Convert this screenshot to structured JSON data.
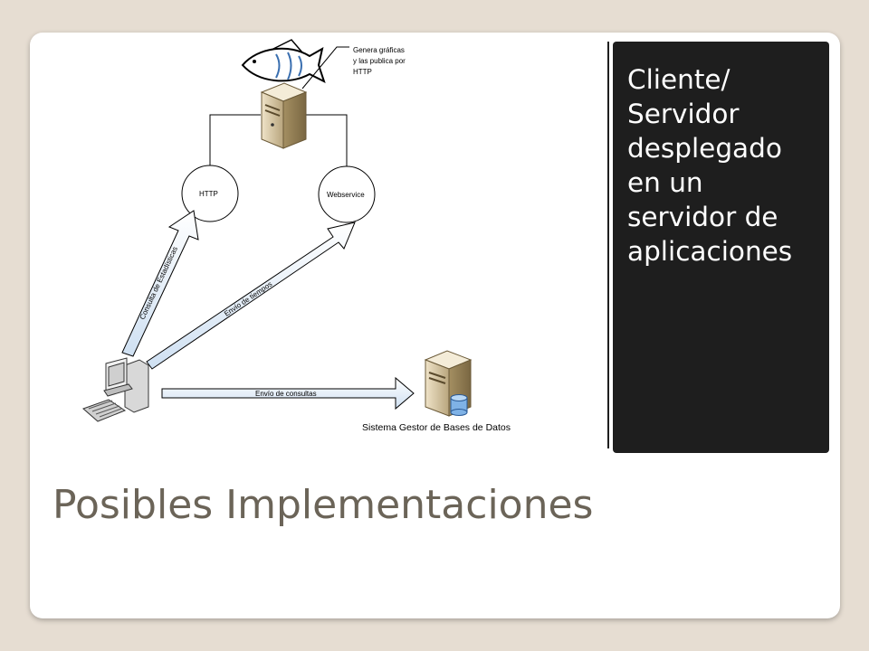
{
  "slide": {
    "title": "Posibles Implementaciones",
    "panel_lines": [
      "Cliente/",
      "Servidor",
      "desplegado",
      "en un",
      "servidor de",
      "aplicaciones"
    ]
  },
  "diagram": {
    "callout": [
      "Genera gráficas",
      "y las publica por",
      "HTTP"
    ],
    "nodes": {
      "http": "HTTP",
      "webservice": "Webservice"
    },
    "arrows": {
      "estadisticas": "Consulta de Estadísticas",
      "tiempos": "Envío de tiempos",
      "consultas": "Envío de consultas"
    },
    "db_label": "Sistema Gestor de Bases de Datos",
    "icons": [
      "fish-logo-icon",
      "server-icon",
      "client-computer-icon",
      "database-server-icon"
    ]
  }
}
